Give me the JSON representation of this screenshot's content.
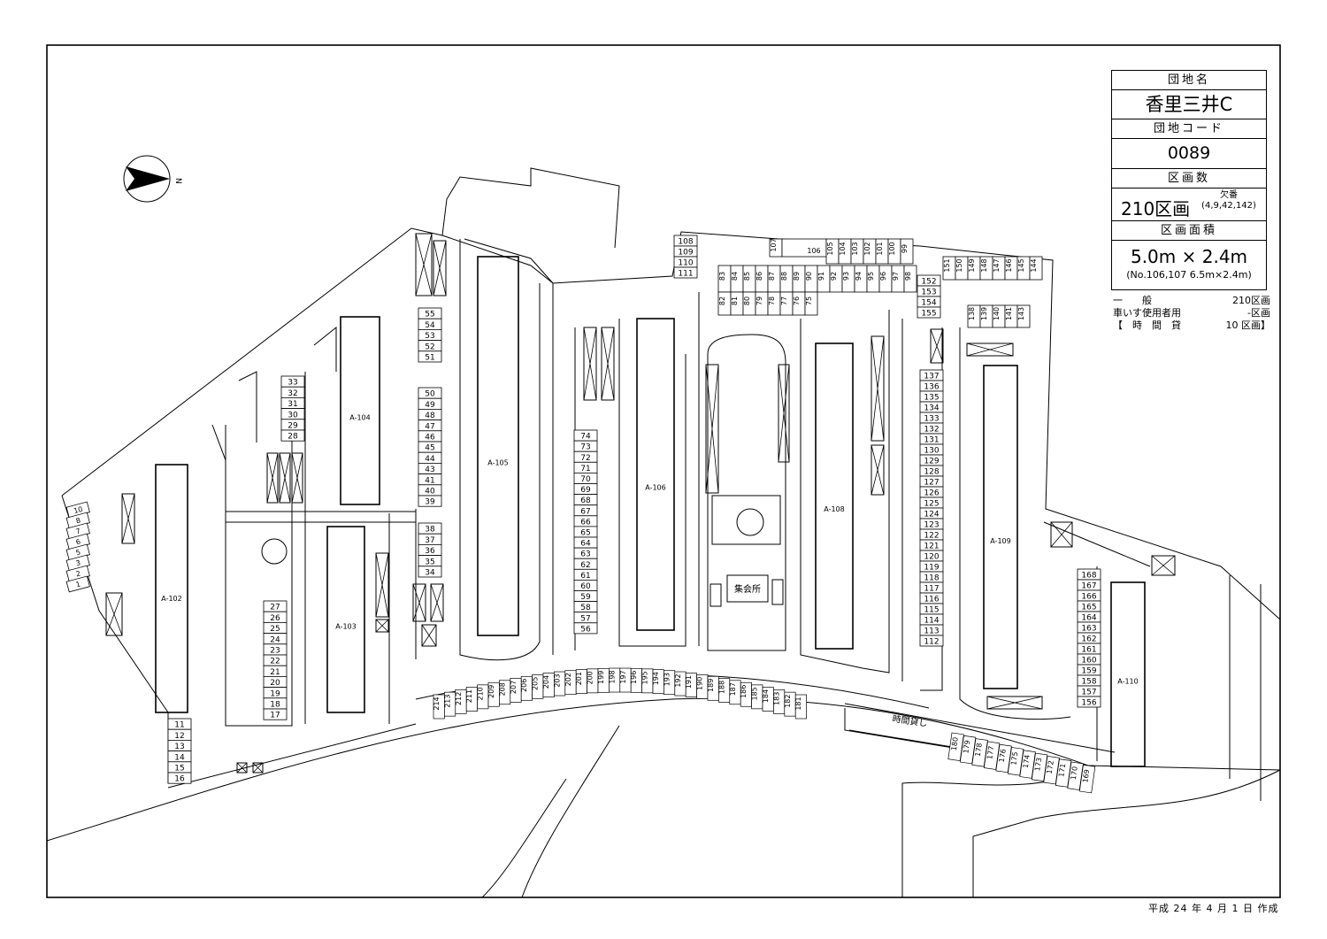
{
  "info": {
    "name_header": "団地名",
    "name": "香里三井C",
    "code_header": "団地コード",
    "code": "0089",
    "count_header": "区画数",
    "count": "210区画",
    "missing_label": "欠番",
    "missing": "4,9,42,142",
    "area_header": "区画面積",
    "area": "5.0m × 2.4m",
    "area_note": "(No.106,107 6.5m×2.4m)"
  },
  "summary": {
    "general_label": "一　　般",
    "general_value": "210区画",
    "wheelchair_label": "車いす使用者用",
    "wheelchair_value": "-区画",
    "hourly_label": "【　時　間　貸",
    "hourly_value": "10 区画】"
  },
  "buildings": [
    "A-102",
    "A-103",
    "A-104",
    "A-105",
    "A-106",
    "A-108",
    "A-109",
    "A-110"
  ],
  "meeting_hall": "集会所",
  "hourly_area": "時間貸し",
  "compass": "N",
  "footer": "平成 24 年 4 月 1 日 作成"
}
